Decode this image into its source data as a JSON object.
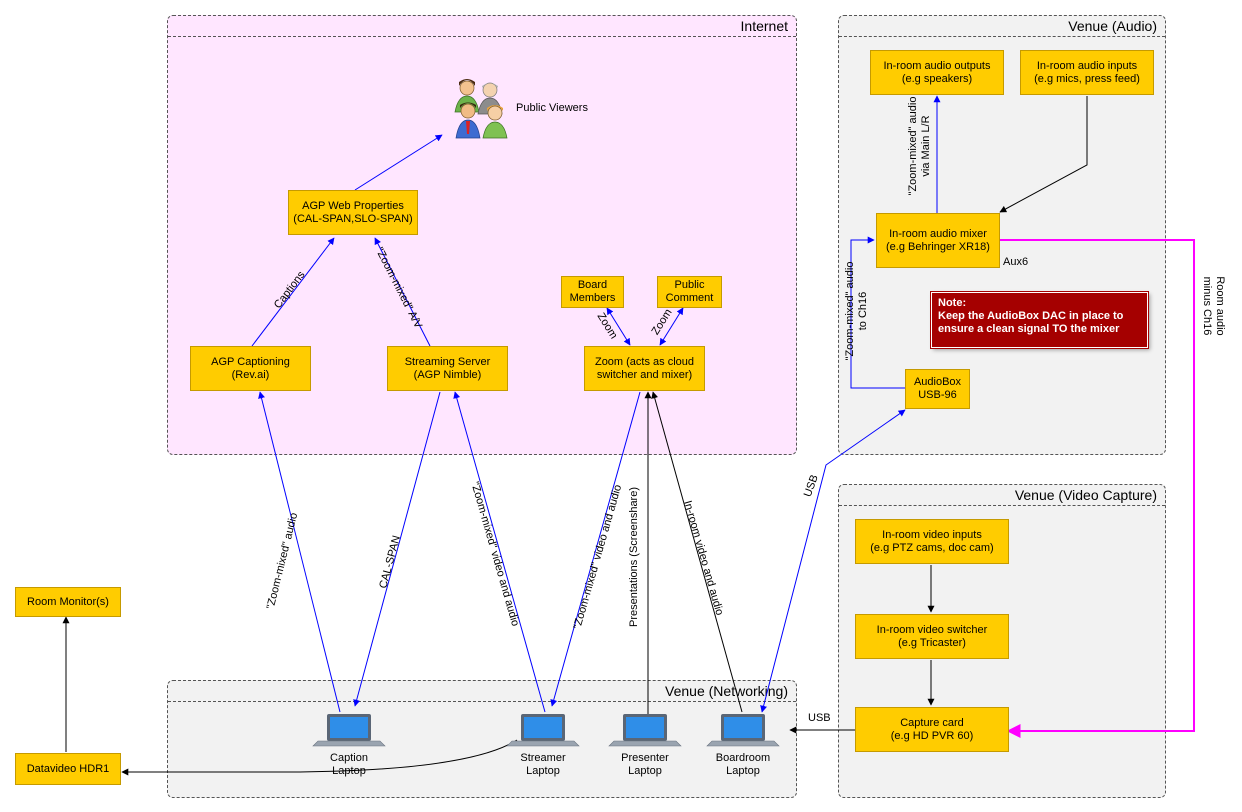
{
  "groups": {
    "internet": "Internet",
    "venue_audio": "Venue (Audio)",
    "venue_video": "Venue (Video Capture)",
    "venue_networking": "Venue (Networking)"
  },
  "nodes": {
    "public_viewers": "Public Viewers",
    "agp_web": [
      "AGP Web Properties",
      "(CAL-SPAN,SLO-SPAN)"
    ],
    "agp_captioning": [
      "AGP Captioning",
      "(Rev.ai)"
    ],
    "streaming_server": [
      "Streaming Server",
      "(AGP Nimble)"
    ],
    "board_members": [
      "Board",
      "Members"
    ],
    "public_comment": [
      "Public",
      "Comment"
    ],
    "zoom": [
      "Zoom (acts as cloud",
      "switcher and mixer)"
    ],
    "audio_outputs": [
      "In-room audio outputs",
      "(e.g speakers)"
    ],
    "audio_inputs": [
      "In-room audio inputs",
      "(e.g mics, press feed)"
    ],
    "audio_mixer": [
      "In-room audio mixer",
      "(e.g Behringer XR18)"
    ],
    "audiobox": [
      "AudioBox",
      "USB-96"
    ],
    "video_inputs": [
      "In-room video inputs",
      "(e.g PTZ cams, doc cam)"
    ],
    "video_switcher": [
      "In-room video switcher",
      "(e.g Tricaster)"
    ],
    "capture_card": [
      "Capture card",
      "(e.g HD PVR 60)"
    ],
    "room_monitors": "Room Monitor(s)",
    "datavideo": "Datavideo HDR1"
  },
  "laptops": {
    "caption": [
      "Caption",
      "Laptop"
    ],
    "streamer": [
      "Streamer",
      "Laptop"
    ],
    "presenter": [
      "Presenter",
      "Laptop"
    ],
    "boardroom": [
      "Boardroom",
      "Laptop"
    ]
  },
  "note": {
    "title": "Note:",
    "body": "Keep the AudioBox DAC in place to ensure a clean signal TO the mixer"
  },
  "edge_labels": {
    "captions": "Captions",
    "zoom_mixed_av": "\"Zoom-mixed\" A/V",
    "zoom_left": "Zoom",
    "zoom_right": "Zoom",
    "zoom_mixed_audio_caption": "\"Zoom-mixed\" audio",
    "cal_span": "CAL-SPAN",
    "zoom_mixed_va_streamer": "\"Zoom-mixed\" video and audio",
    "zoom_mixed_va_zoom": "\"Zoom-mixed\" video and audio",
    "presentations": "Presentations (Screenshare)",
    "in_room_va": "In-room video and audio",
    "usb_diag": "USB",
    "usb_horiz": "USB",
    "aux6": "Aux6",
    "main_lr": [
      "\"Zoom-mixed\" audio",
      "via Main L/R"
    ],
    "ch16": [
      "\"Zoom-mixed\" audio",
      "to Ch16"
    ],
    "room_audio": [
      "Room audio",
      "minus Ch16"
    ]
  },
  "colors": {
    "box_fill": "#ffcc00",
    "internet_fill": "#ffe6ff",
    "venue_fill": "#f2f2f2",
    "blue_edge": "#0000ff",
    "magenta_edge": "#ff00ff",
    "note_fill": "#a50000"
  }
}
